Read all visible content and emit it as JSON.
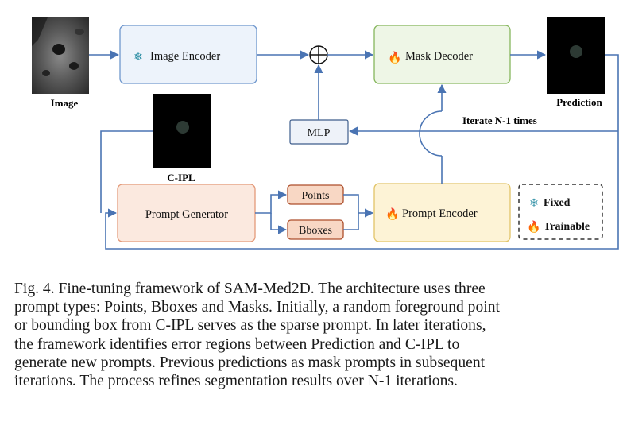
{
  "diagram": {
    "image_label": "Image",
    "prediction_label": "Prediction",
    "cipl_label": "C-IPL",
    "image_encoder": "Image Encoder",
    "mask_decoder": "Mask Decoder",
    "mlp": "MLP",
    "prompt_generator": "Prompt Generator",
    "points": "Points",
    "bboxes": "Bboxes",
    "prompt_encoder": "Prompt Encoder",
    "iterate": "Iterate N-1 times",
    "legend_fixed": "Fixed",
    "legend_trainable": "Trainable"
  },
  "caption": {
    "lines": [
      "Fig. 4.  Fine-tuning framework of SAM-Med2D. The architecture uses three",
      "prompt types: Points, Bboxes and Masks. Initially, a random foreground point",
      "or bounding box from C-IPL serves as the sparse prompt. In later iterations,",
      "the framework identifies error regions between Prediction and C-IPL to",
      "generate new prompts. Previous predictions as mask prompts in subsequent",
      "iterations. The process refines segmentation results over N-1 iterations."
    ]
  }
}
